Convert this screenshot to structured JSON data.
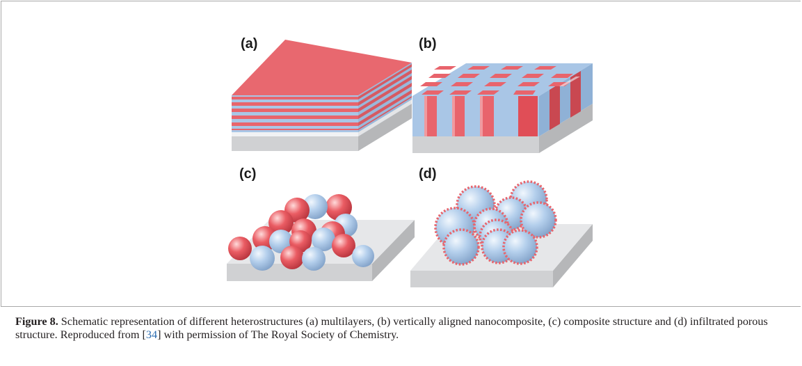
{
  "figure": {
    "panel_labels": [
      "(a)",
      "(b)",
      "(c)",
      "(d)"
    ],
    "colors": {
      "red_phase": "#e8646c",
      "blue_phase": "#a9c6e6",
      "substrate_top": "#e6e7e9",
      "substrate_front": "#d0d1d3",
      "substrate_side": "#b6b7b9"
    }
  },
  "caption": {
    "label": "Figure 8.",
    "text_1": " Schematic representation of different heterostructures (a) multilayers, (b) vertically aligned nanocomposite, (c) composite structure and (d) infiltrated porous structure. Reproduced from [",
    "citation": "34",
    "text_2": "] with permission of The Royal Society of Chemistry."
  }
}
